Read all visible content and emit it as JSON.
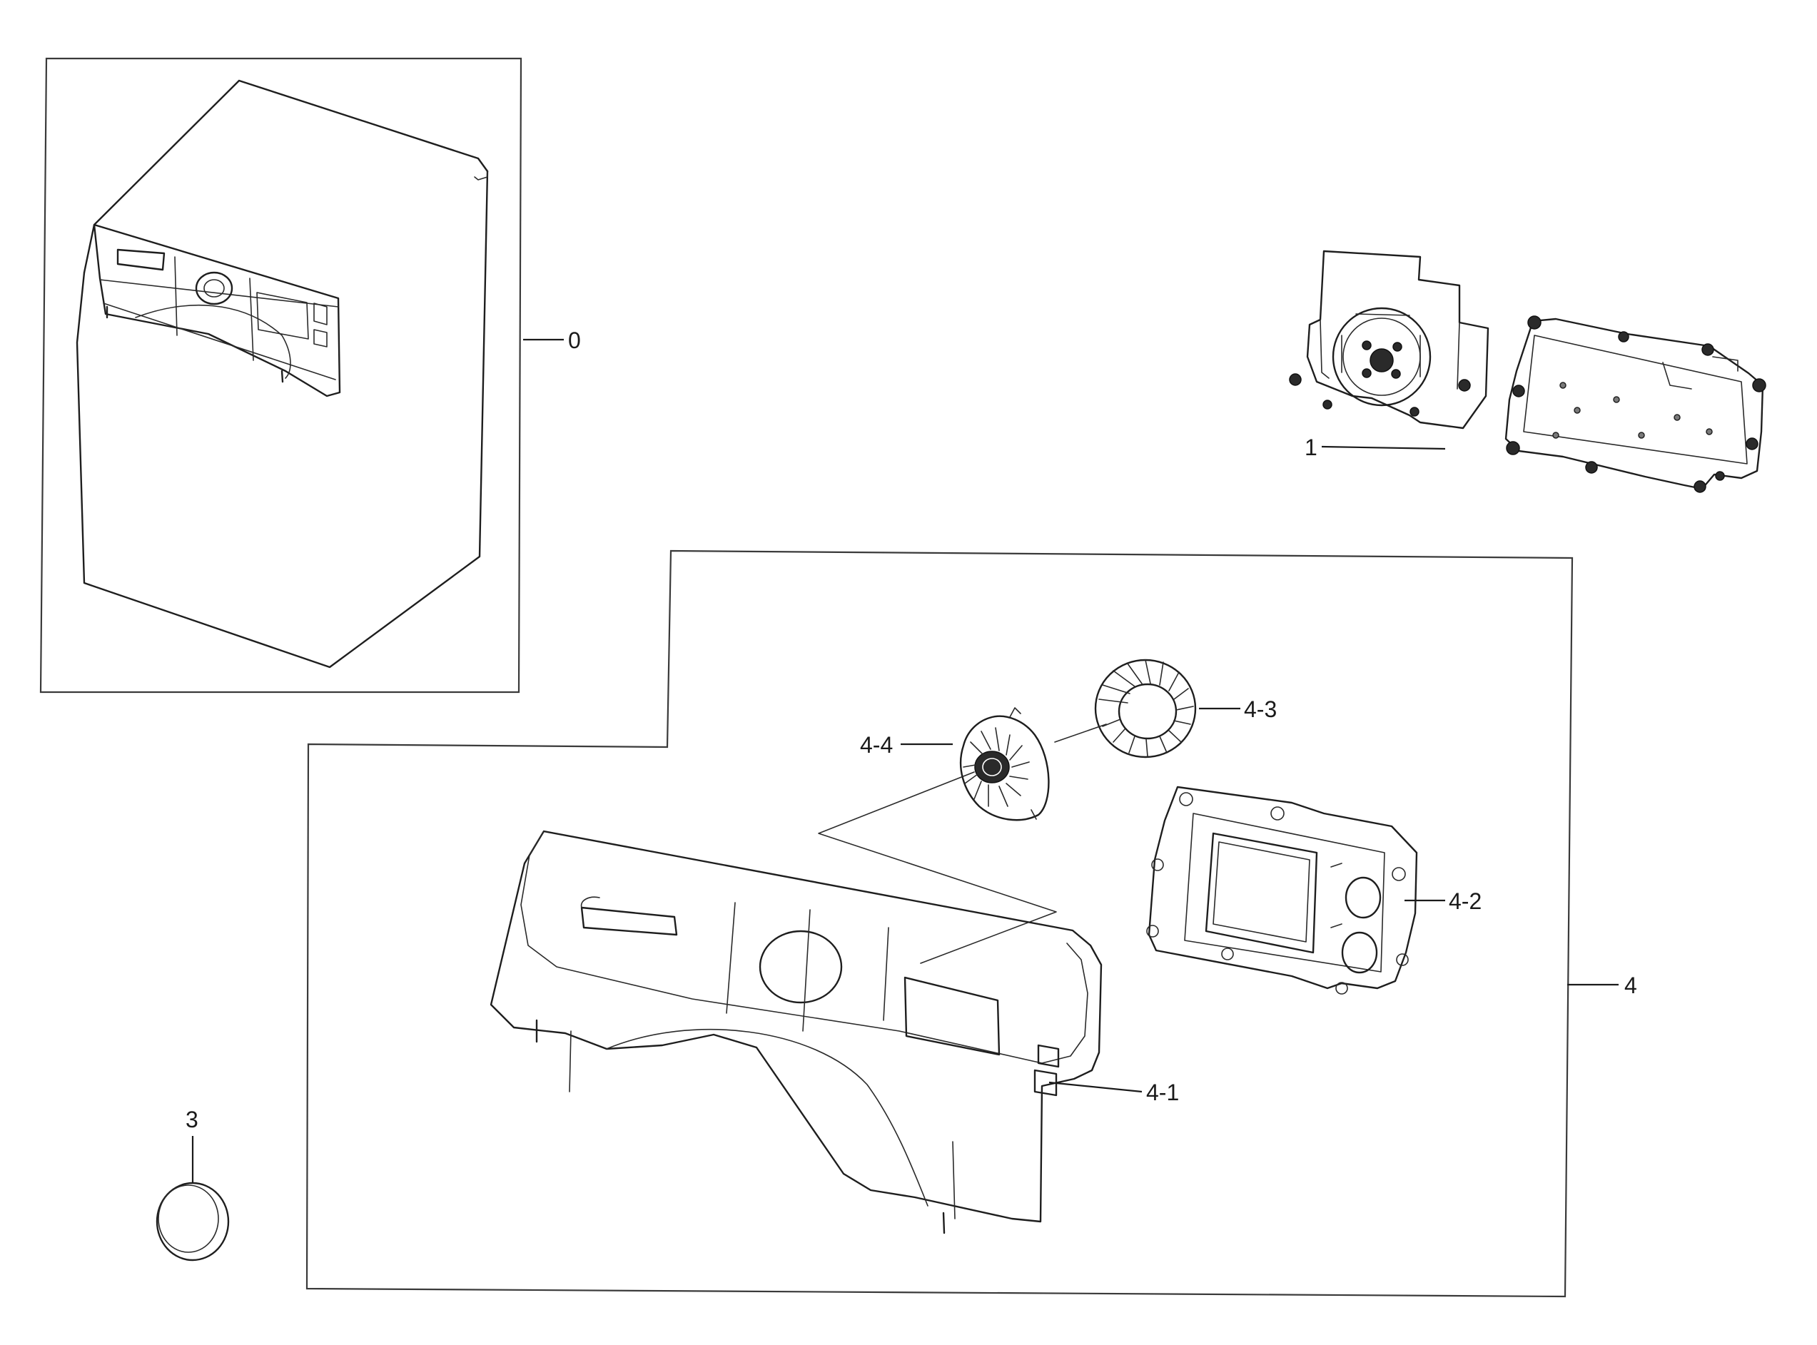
{
  "callouts": {
    "c0": "0",
    "c1": "1",
    "c3": "3",
    "c4": "4",
    "c4_1": "4-1",
    "c4_2": "4-2",
    "c4_3": "4-3",
    "c4_4": "4-4"
  }
}
